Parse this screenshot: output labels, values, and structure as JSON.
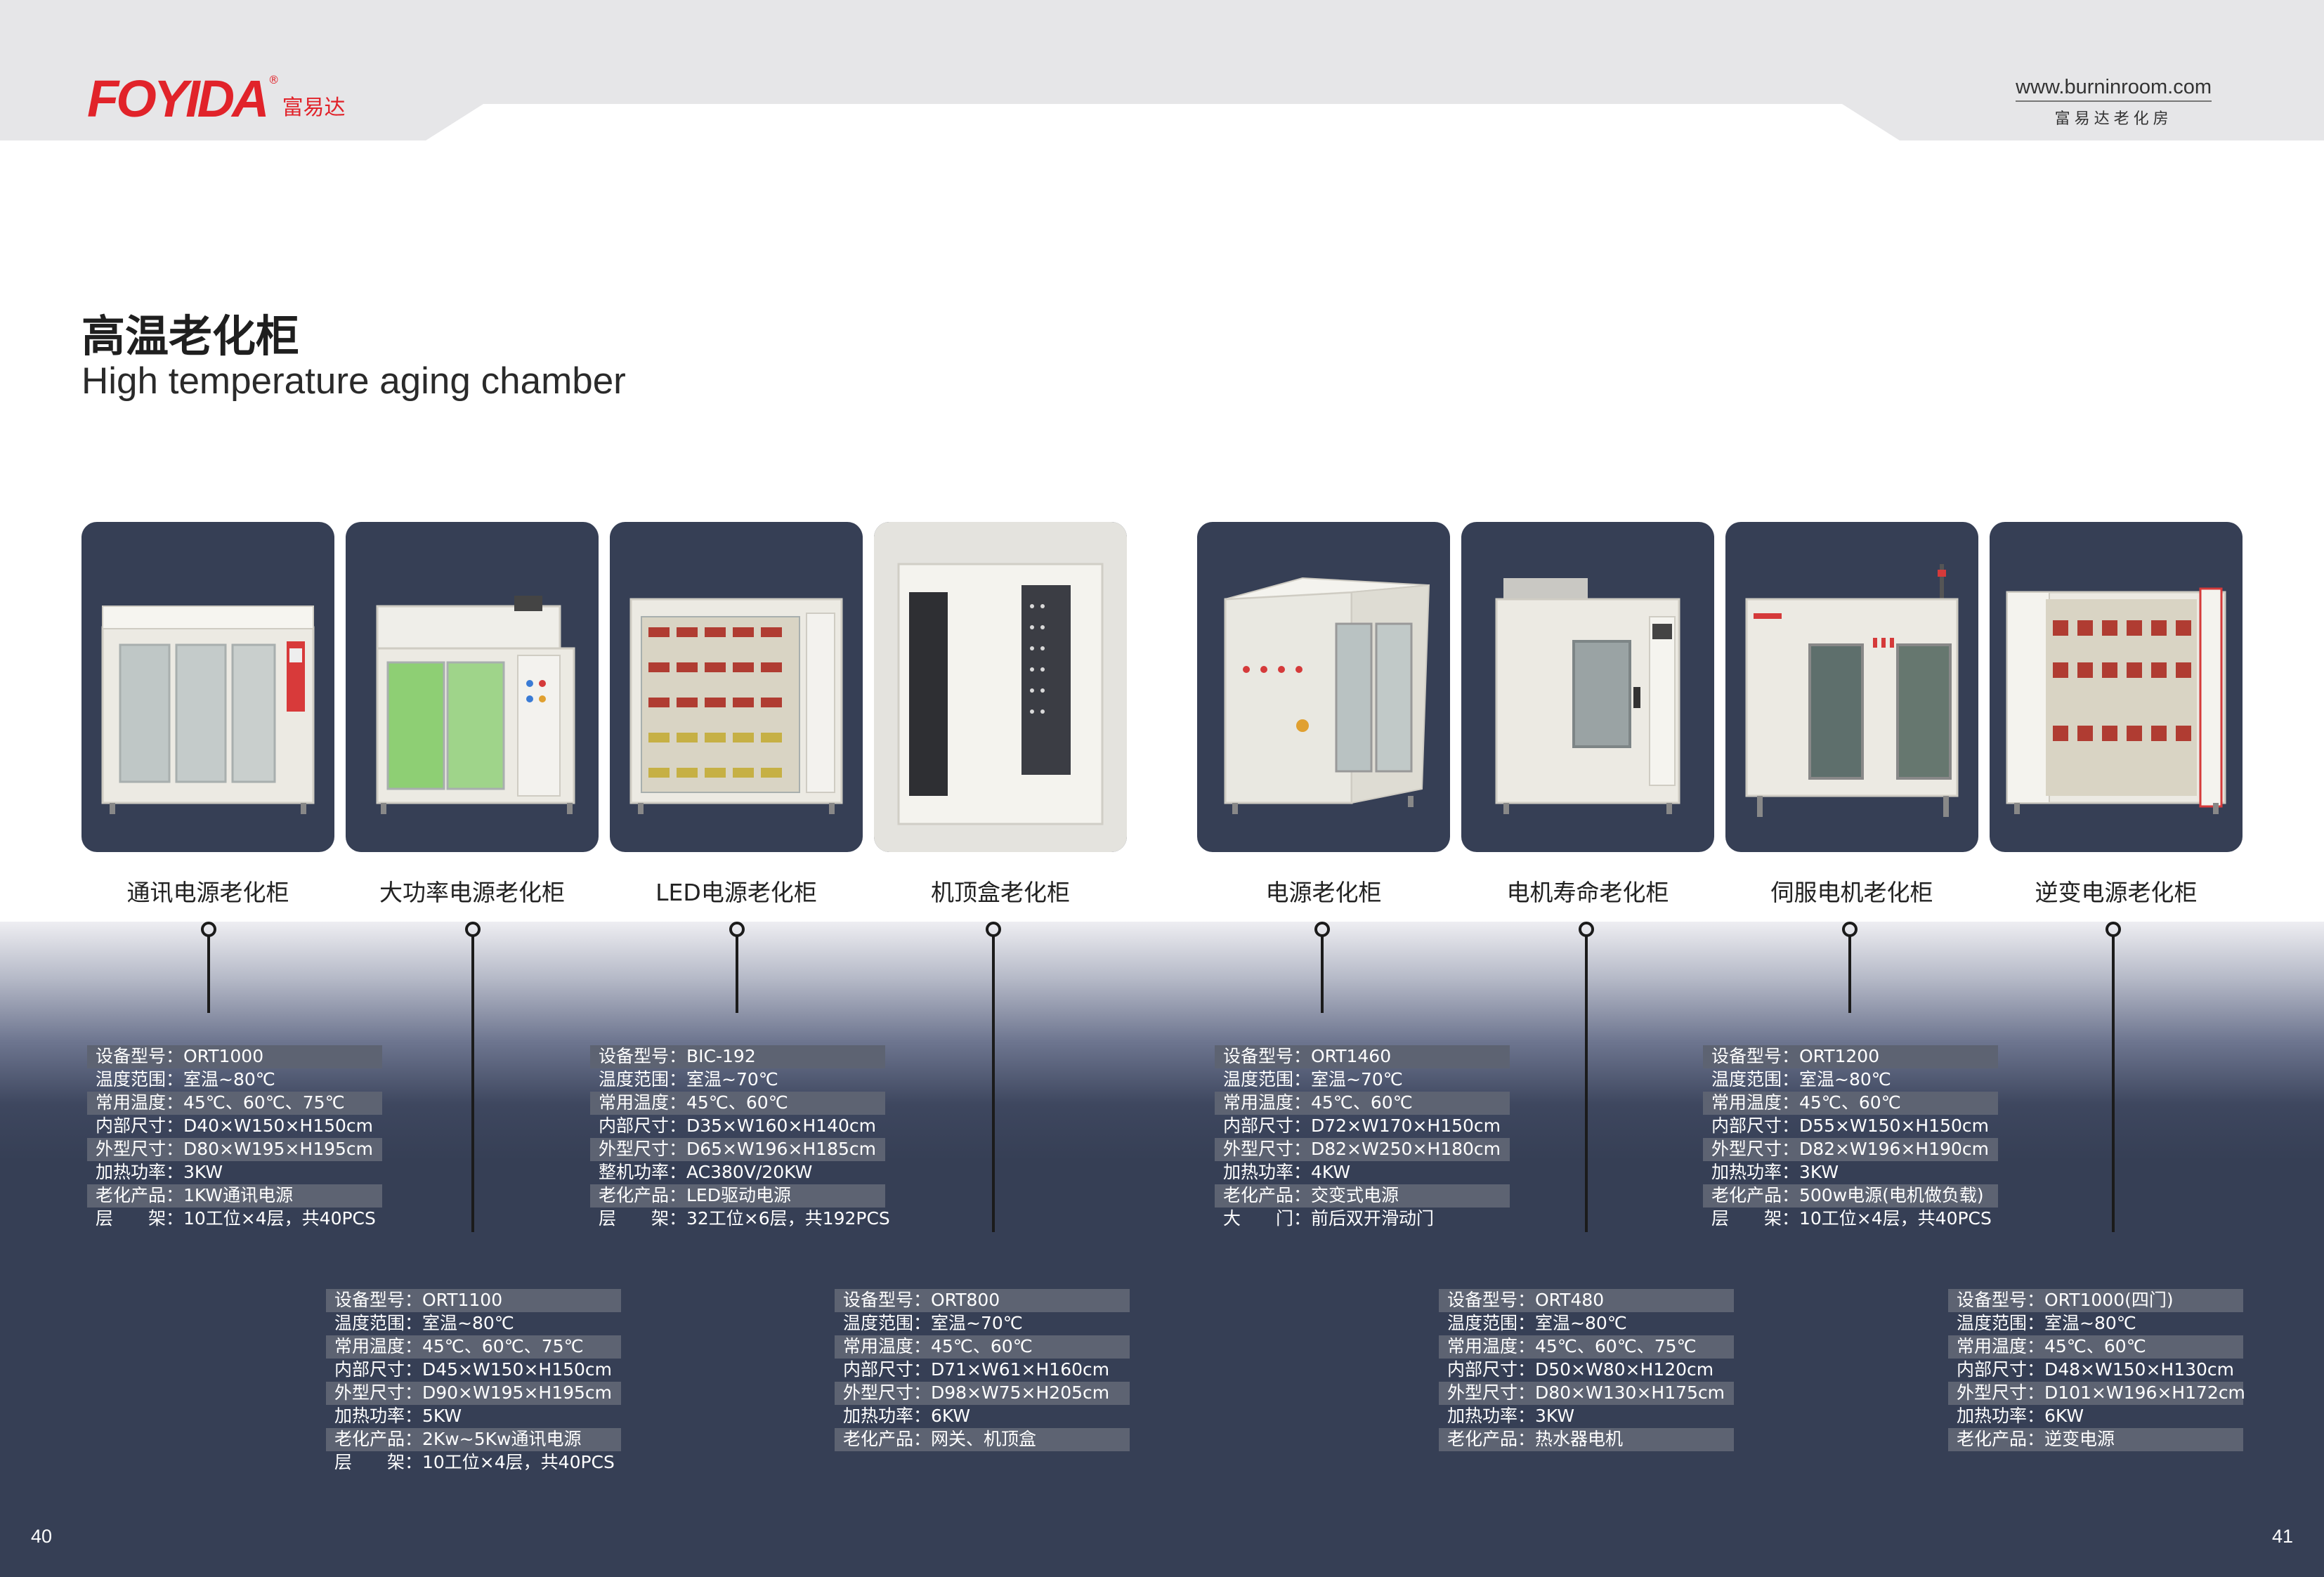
{
  "header": {
    "logo_text": "FOYIDA",
    "logo_reg": "®",
    "logo_cn": "富易达",
    "site_url": "www.burninroom.com",
    "site_cn": "富易达老化房"
  },
  "colors": {
    "brand_red": "#e1232a",
    "navy": "#363f55",
    "header_gray": "#e6e6e8",
    "spec_row": "#5d6372"
  },
  "title": {
    "cn": "高温老化柜",
    "en": "High temperature aging chamber"
  },
  "products": [
    {
      "label": "通讯电源老化柜",
      "specs": [
        "设备型号：ORT1000",
        "温度范围：室温~80℃",
        "常用温度：45℃、60℃、75℃",
        "内部尺寸：D40×W150×H150cm",
        "外型尺寸：D80×W195×H195cm",
        "加热功率：3KW",
        "老化产品：1KW通讯电源",
        "层　　架：10工位×4层，共40PCS"
      ]
    },
    {
      "label": "大功率电源老化柜",
      "specs": [
        "设备型号：ORT1100",
        "温度范围：室温~80℃",
        "常用温度：45℃、60℃、75℃",
        "内部尺寸：D45×W150×H150cm",
        "外型尺寸：D90×W195×H195cm",
        "加热功率：5KW",
        "老化产品：2Kw~5Kw通讯电源",
        "层　　架：10工位×4层，共40PCS"
      ]
    },
    {
      "label": "LED电源老化柜",
      "specs": [
        "设备型号：BIC-192",
        "温度范围：室温~70℃",
        "常用温度：45℃、60℃",
        "内部尺寸：D35×W160×H140cm",
        "外型尺寸：D65×W196×H185cm",
        "整机功率：AC380V/20KW",
        "老化产品：LED驱动电源",
        "层　　架：32工位×6层，共192PCS"
      ]
    },
    {
      "label": "机顶盒老化柜",
      "specs": [
        "设备型号：ORT800",
        "温度范围：室温~70℃",
        "常用温度：45℃、60℃",
        "内部尺寸：D71×W61×H160cm",
        "外型尺寸：D98×W75×H205cm",
        "加热功率：6KW",
        "老化产品：网关、机顶盒"
      ]
    },
    {
      "label": "电源老化柜",
      "specs": [
        "设备型号：ORT1460",
        "温度范围：室温~70℃",
        "常用温度：45℃、60℃",
        "内部尺寸：D72×W170×H150cm",
        "外型尺寸：D82×W250×H180cm",
        "加热功率：4KW",
        "老化产品：交变式电源",
        "大　　门：前后双开滑动门"
      ]
    },
    {
      "label": "电机寿命老化柜",
      "specs": [
        "设备型号：ORT480",
        "温度范围：室温~80℃",
        "常用温度：45℃、60℃、75℃",
        "内部尺寸：D50×W80×H120cm",
        "外型尺寸：D80×W130×H175cm",
        "加热功率：3KW",
        "老化产品：热水器电机"
      ]
    },
    {
      "label": "伺服电机老化柜",
      "specs": [
        "设备型号：ORT1200",
        "温度范围：室温~80℃",
        "常用温度：45℃、60℃",
        "内部尺寸：D55×W150×H150cm",
        "外型尺寸：D82×W196×H190cm",
        "加热功率：3KW",
        "老化产品：500w电源(电机做负载)",
        "层　　架：10工位×4层，共40PCS"
      ]
    },
    {
      "label": "逆变电源老化柜",
      "specs": [
        "设备型号：ORT1000(四门)",
        "温度范围：室温~80℃",
        "常用温度：45℃、60℃",
        "内部尺寸：D48×W150×H130cm",
        "外型尺寸：D101×W196×H172cm",
        "加热功率：6KW",
        "老化产品：逆变电源"
      ]
    }
  ],
  "pages": {
    "left": "40",
    "right": "41"
  }
}
